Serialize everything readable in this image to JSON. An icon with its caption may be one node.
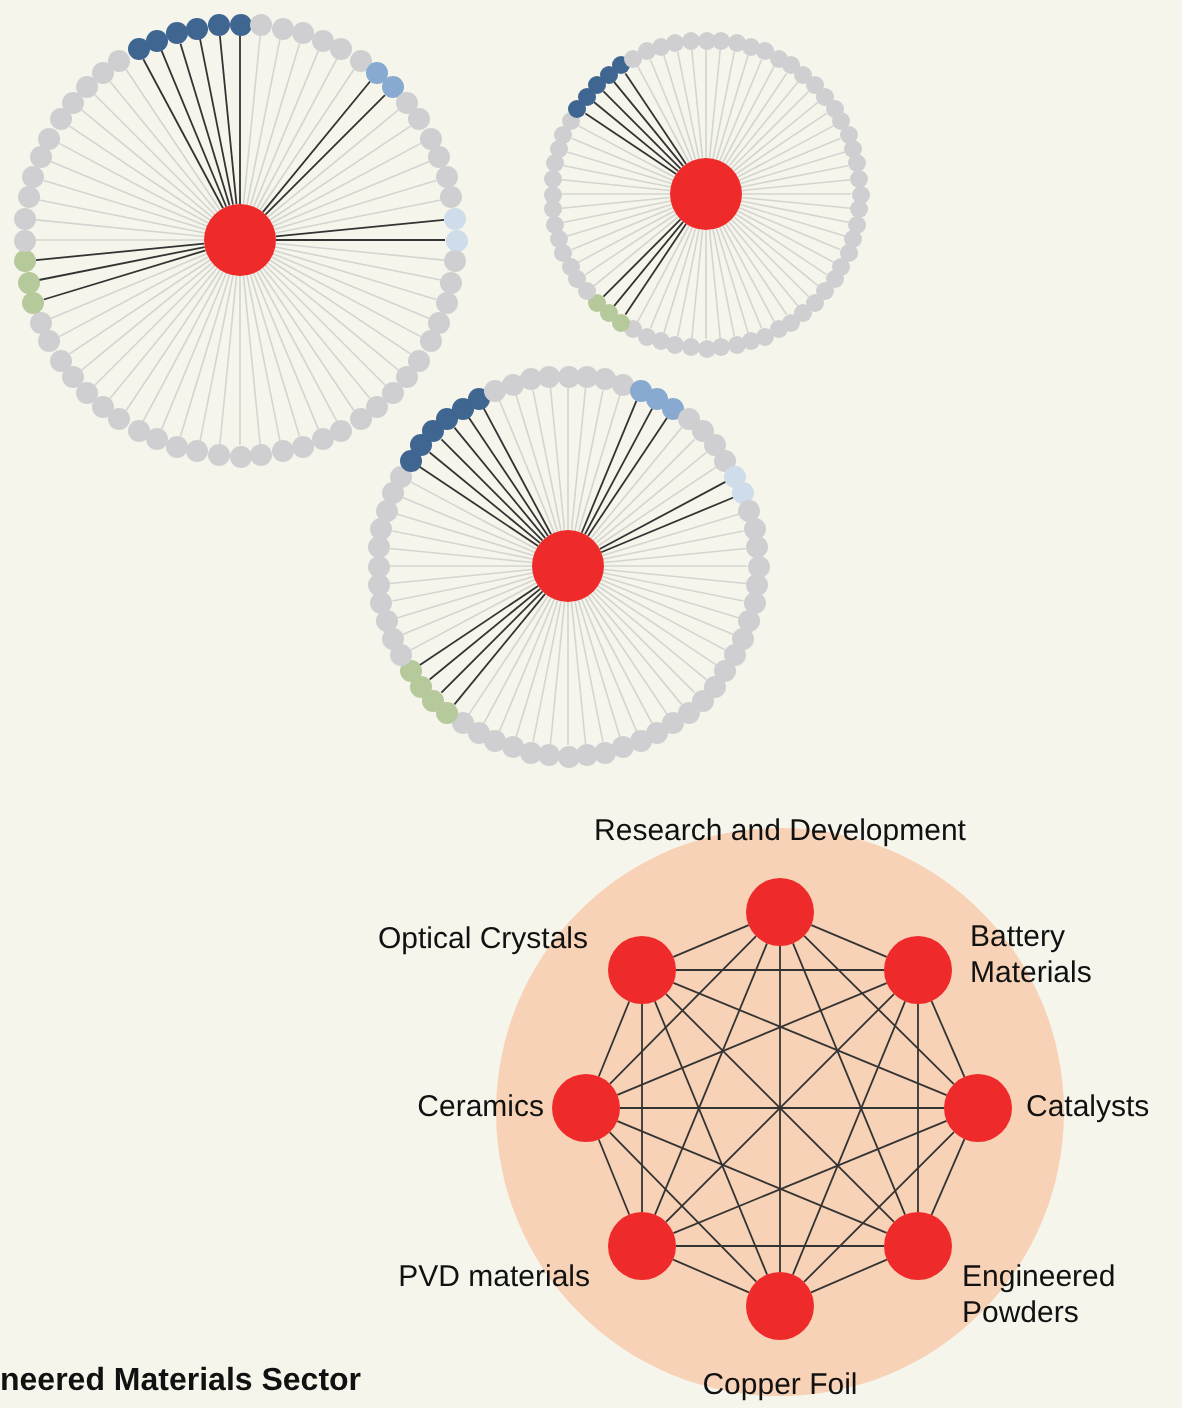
{
  "diagram": {
    "title": "neered Materials Sector",
    "nodes": [
      {
        "text": [],
        "shape": "circle"
      },
      {
        "text": [],
        "shape": "circle"
      },
      {
        "text": [],
        "shape": "circle"
      },
      {
        "text": [],
        "shape": "circle"
      },
      {
        "text": [],
        "shape": "circle"
      },
      {
        "text": [],
        "shape": "circle"
      },
      {
        "text": [],
        "shape": "circle"
      },
      {
        "text": [],
        "shape": "circle"
      },
      {
        "text": [],
        "shape": "circle"
      },
      {
        "text": [],
        "shape": "circle"
      },
      {
        "text": [],
        "shape": "circle"
      },
      {
        "text": [],
        "shape": "circle"
      },
      {
        "text": [],
        "shape": "circle"
      },
      {
        "text": [],
        "shape": "circle"
      },
      {
        "text": [],
        "shape": "circle"
      },
      {
        "text": [],
        "shape": "circle"
      },
      {
        "text": [],
        "shape": "circle"
      },
      {
        "text": [],
        "shape": "circle"
      },
      {
        "text": [],
        "shape": "circle"
      },
      {
        "text": [],
        "shape": "circle"
      },
      {
        "text": [],
        "shape": "circle"
      },
      {
        "text": [],
        "shape": "circle"
      },
      {
        "text": [],
        "shape": "circle"
      },
      {
        "text": [],
        "shape": "circle"
      },
      {
        "text": [],
        "shape": "circle"
      },
      {
        "text": [],
        "shape": "circle"
      },
      {
        "text": [],
        "shape": "circle"
      },
      {
        "text": [],
        "shape": "circle"
      },
      {
        "text": [],
        "shape": "circle"
      },
      {
        "text": [],
        "shape": "circle"
      },
      {
        "text": [],
        "shape": "circle"
      },
      {
        "text": [],
        "shape": "circle"
      },
      {
        "text": [],
        "shape": "circle"
      },
      {
        "text": [],
        "shape": "circle"
      },
      {
        "text": [],
        "shape": "circle"
      },
      {
        "text": [],
        "shape": "circle"
      },
      {
        "text": [],
        "shape": "circle"
      },
      {
        "text": [],
        "shape": "circle"
      },
      {
        "text": [],
        "shape": "circle"
      },
      {
        "text": [],
        "shape": "circle"
      },
      {
        "text": [],
        "shape": "circle"
      },
      {
        "text": [],
        "shape": "circle"
      },
      {
        "text": [],
        "shape": "circle"
      },
      {
        "text": [],
        "shape": "circle"
      },
      {
        "text": [],
        "shape": "circle"
      },
      {
        "text": [],
        "shape": "circle"
      },
      {
        "text": [],
        "shape": "circle"
      },
      {
        "text": [],
        "shape": "circle"
      },
      {
        "text": [],
        "shape": "circle"
      },
      {
        "text": [],
        "shape": "circle"
      },
      {
        "text": [],
        "shape": "circle"
      },
      {
        "text": [],
        "shape": "circle"
      },
      {
        "text": [],
        "shape": "circle"
      },
      {
        "text": [],
        "shape": "circle"
      },
      {
        "text": [],
        "shape": "circle"
      },
      {
        "text": [],
        "shape": "circle"
      },
      {
        "text": [],
        "shape": "circle"
      },
      {
        "text": [],
        "shape": "circle"
      },
      {
        "text": [],
        "shape": "circle"
      },
      {
        "text": [],
        "shape": "circle"
      },
      {
        "text": [],
        "shape": "circle"
      },
      {
        "text": [],
        "shape": "circle"
      },
      {
        "text": [],
        "shape": "circle"
      },
      {
        "text": [],
        "shape": "circle"
      },
      {
        "text": [],
        "shape": "circle"
      },
      {
        "text": [],
        "shape": "circle"
      },
      {
        "text": [],
        "shape": "circle"
      },
      {
        "text": [],
        "shape": "circle"
      },
      {
        "text": [],
        "shape": "circle"
      },
      {
        "text": [],
        "shape": "circle"
      },
      {
        "text": [],
        "shape": "circle"
      },
      {
        "text": [],
        "shape": "circle"
      },
      {
        "text": [],
        "shape": "circle"
      },
      {
        "text": [],
        "shape": "circle"
      },
      {
        "text": [],
        "shape": "circle"
      },
      {
        "text": [],
        "shape": "circle"
      },
      {
        "text": [],
        "shape": "circle"
      },
      {
        "text": [],
        "shape": "circle"
      },
      {
        "text": [],
        "shape": "circle"
      },
      {
        "text": [],
        "shape": "circle"
      },
      {
        "text": [],
        "shape": "circle"
      },
      {
        "text": [],
        "shape": "circle"
      },
      {
        "text": [],
        "shape": "circle"
      },
      {
        "text": [],
        "shape": "circle"
      },
      {
        "text": [],
        "shape": "circle"
      },
      {
        "text": [],
        "shape": "circle"
      },
      {
        "text": [],
        "shape": "circle"
      },
      {
        "text": [],
        "shape": "circle"
      },
      {
        "text": [],
        "shape": "circle"
      },
      {
        "text": [],
        "shape": "circle"
      },
      {
        "text": [],
        "shape": "circle"
      },
      {
        "text": [],
        "shape": "circle"
      },
      {
        "text": [],
        "shape": "circle"
      },
      {
        "text": [],
        "shape": "circle"
      },
      {
        "text": [],
        "shape": "circle"
      },
      {
        "text": [],
        "shape": "circle"
      },
      {
        "text": [],
        "shape": "circle"
      },
      {
        "text": [],
        "shape": "circle"
      },
      {
        "text": [],
        "shape": "circle"
      },
      {
        "text": [],
        "shape": "circle"
      },
      {
        "text": [],
        "shape": "circle"
      },
      {
        "text": [],
        "shape": "circle"
      },
      {
        "text": [],
        "shape": "circle"
      },
      {
        "text": [],
        "shape": "circle"
      },
      {
        "text": [],
        "shape": "circle"
      },
      {
        "text": [],
        "shape": "circle"
      },
      {
        "text": [],
        "shape": "circle"
      },
      {
        "text": [],
        "shape": "circle"
      },
      {
        "text": [],
        "shape": "circle"
      },
      {
        "text": [],
        "shape": "circle"
      },
      {
        "text": [],
        "shape": "circle"
      },
      {
        "text": [],
        "shape": "circle"
      },
      {
        "text": [],
        "shape": "circle"
      },
      {
        "text": [],
        "shape": "circle"
      },
      {
        "text": [],
        "shape": "circle"
      },
      {
        "text": [],
        "shape": "circle"
      },
      {
        "text": [],
        "shape": "circle"
      },
      {
        "text": [],
        "shape": "circle"
      },
      {
        "text": [],
        "shape": "circle"
      },
      {
        "text": [],
        "shape": "circle"
      },
      {
        "text": [],
        "shape": "circle"
      },
      {
        "text": [],
        "shape": "circle"
      },
      {
        "text": [],
        "shape": "circle"
      },
      {
        "text": [],
        "shape": "circle"
      },
      {
        "text": [],
        "shape": "circle"
      },
      {
        "text": [],
        "shape": "circle"
      },
      {
        "text": [],
        "shape": "circle"
      },
      {
        "text": [],
        "shape": "circle"
      },
      {
        "text": [],
        "shape": "circle"
      },
      {
        "text": [],
        "shape": "circle"
      },
      {
        "text": [],
        "shape": "circle"
      },
      {
        "text": [],
        "shape": "circle"
      },
      {
        "text": [],
        "shape": "circle"
      },
      {
        "text": [],
        "shape": "circle"
      },
      {
        "text": [],
        "shape": "circle"
      },
      {
        "text": [],
        "shape": "circle"
      },
      {
        "text": [],
        "shape": "circle"
      },
      {
        "text": [],
        "shape": "circle"
      },
      {
        "text": [],
        "shape": "circle"
      },
      {
        "text": [],
        "shape": "circle"
      },
      {
        "text": [],
        "shape": "circle"
      },
      {
        "text": [],
        "shape": "circle"
      },
      {
        "text": [],
        "shape": "circle"
      },
      {
        "text": [],
        "shape": "circle"
      },
      {
        "text": [],
        "shape": "circle"
      },
      {
        "text": [],
        "shape": "circle"
      },
      {
        "text": [],
        "shape": "circle"
      },
      {
        "text": [],
        "shape": "circle"
      },
      {
        "text": [],
        "shape": "circle"
      },
      {
        "text": [],
        "shape": "circle"
      },
      {
        "text": [],
        "shape": "circle"
      },
      {
        "text": [],
        "shape": "circle"
      },
      {
        "text": [],
        "shape": "circle"
      },
      {
        "text": [],
        "shape": "circle"
      },
      {
        "text": [],
        "shape": "circle"
      },
      {
        "text": [],
        "shape": "circle"
      },
      {
        "text": [],
        "shape": "circle"
      },
      {
        "text": [],
        "shape": "circle"
      },
      {
        "text": [],
        "shape": "circle"
      },
      {
        "text": [],
        "shape": "circle"
      },
      {
        "text": [],
        "shape": "circle"
      },
      {
        "text": [],
        "shape": "circle"
      },
      {
        "text": [],
        "shape": "circle"
      },
      {
        "text": [],
        "shape": "circle"
      },
      {
        "text": [],
        "shape": "circle"
      },
      {
        "text": [],
        "shape": "circle"
      },
      {
        "text": [],
        "shape": "circle"
      },
      {
        "text": [],
        "shape": "circle"
      },
      {
        "text": [],
        "shape": "circle"
      },
      {
        "text": [],
        "shape": "circle"
      },
      {
        "text": [],
        "shape": "circle"
      },
      {
        "text": [],
        "shape": "circle"
      },
      {
        "text": [],
        "shape": "circle"
      },
      {
        "text": [],
        "shape": "circle"
      },
      {
        "text": [],
        "shape": "circle"
      },
      {
        "text": [],
        "shape": "circle"
      },
      {
        "text": [],
        "shape": "circle"
      },
      {
        "text": [],
        "shape": "circle"
      },
      {
        "text": [],
        "shape": "circle"
      },
      {
        "text": [],
        "shape": "circle"
      },
      {
        "text": [],
        "shape": "circle"
      },
      {
        "text": [],
        "shape": "circle"
      },
      {
        "text": [],
        "shape": "circle"
      },
      {
        "text": [],
        "shape": "circle"
      },
      {
        "text": [],
        "shape": "circle"
      },
      {
        "text": [],
        "shape": "circle"
      },
      {
        "text": [],
        "shape": "circle"
      },
      {
        "text": [],
        "shape": "circle"
      },
      {
        "text": [],
        "shape": "circle"
      },
      {
        "text": [],
        "shape": "circle"
      },
      {
        "text": [],
        "shape": "circle"
      },
      {
        "text": [],
        "shape": "circle"
      },
      {
        "text": [],
        "shape": "circle"
      },
      {
        "text": [],
        "shape": "circle"
      },
      {
        "text": [],
        "shape": "circle"
      },
      {
        "text": [],
        "shape": "circle"
      },
      {
        "text": [],
        "shape": "circle",
        "beside": [
          "Research and Development"
        ],
        "in": 195
      },
      {
        "text": [],
        "shape": "circle",
        "beside": [
          "Optical Crystals"
        ],
        "in": 195
      },
      {
        "text": [],
        "shape": "circle",
        "beside": [
          "Battery Materials"
        ],
        "in": 195
      },
      {
        "text": [],
        "shape": "circle",
        "beside": [
          "Ceramics"
        ],
        "in": 195
      },
      {
        "text": [],
        "shape": "circle",
        "beside": [
          "Catalysts"
        ],
        "in": 195
      },
      {
        "text": [],
        "shape": "circle",
        "beside": [
          "PVD materials"
        ],
        "in": 195
      },
      {
        "text": [],
        "shape": "circle",
        "beside": [
          "Engineered Powders"
        ],
        "in": 195
      },
      {
        "text": [],
        "shape": "circle",
        "beside": [
          "Copper Foil"
        ],
        "in": 195
      }
    ],
    "edges": [
      {
        "from": 0,
        "to": 1,
        "arrow": "none",
        "color": "#333333"
      },
      {
        "from": 0,
        "to": 2,
        "arrow": "none"
      },
      {
        "from": 0,
        "to": 3,
        "arrow": "none"
      },
      {
        "from": 0,
        "to": 4,
        "arrow": "none"
      },
      {
        "from": 0,
        "to": 5,
        "arrow": "none"
      },
      {
        "from": 0,
        "to": 6,
        "arrow": "none"
      },
      {
        "from": 0,
        "to": 7,
        "arrow": "none"
      },
      {
        "from": 0,
        "to": 8,
        "arrow": "none",
        "color": "#333333"
      },
      {
        "from": 0,
        "to": 9,
        "arrow": "none",
        "color": "#333333"
      },
      {
        "from": 0,
        "to": 10,
        "arrow": "none"
      },
      {
        "from": 0,
        "to": 11,
        "arrow": "none"
      },
      {
        "from": 0,
        "to": 12,
        "arrow": "none"
      },
      {
        "from": 0,
        "to": 13,
        "arrow": "none"
      },
      {
        "from": 0,
        "to": 14,
        "arrow": "none"
      },
      {
        "from": 0,
        "to": 15,
        "arrow": "none"
      },
      {
        "from": 0,
        "to": 16,
        "arrow": "none",
        "color": "#333333"
      },
      {
        "from": 0,
        "to": 17,
        "arrow": "none",
        "color": "#333333"
      },
      {
        "from": 0,
        "to": 18,
        "arrow": "none"
      },
      {
        "from": 0,
        "to": 19,
        "arrow": "none"
      },
      {
        "from": 0,
        "to": 20,
        "arrow": "none"
      },
      {
        "from": 0,
        "to": 21,
        "arrow": "none"
      },
      {
        "from": 0,
        "to": 22,
        "arrow": "none"
      },
      {
        "from": 0,
        "to": 23,
        "arrow": "none"
      },
      {
        "from": 0,
        "to": 24,
        "arrow": "none"
      },
      {
        "from": 0,
        "to": 25,
        "arrow": "none"
      },
      {
        "from": 0,
        "to": 26,
        "arrow": "none"
      },
      {
        "from": 0,
        "to": 27,
        "arrow": "none"
      },
      {
        "from": 0,
        "to": 28,
        "arrow": "none"
      },
      {
        "from": 0,
        "to": 29,
        "arrow": "none"
      },
      {
        "from": 0,
        "to": 30,
        "arrow": "none"
      },
      {
        "from": 0,
        "to": 31,
        "arrow": "none"
      },
      {
        "from": 0,
        "to": 32,
        "arrow": "none"
      },
      {
        "from": 0,
        "to": 33,
        "arrow": "none"
      },
      {
        "from": 0,
        "to": 34,
        "arrow": "none"
      },
      {
        "from": 0,
        "to": 35,
        "arrow": "none"
      },
      {
        "from": 0,
        "to": 36,
        "arrow": "none"
      },
      {
        "from": 0,
        "to": 37,
        "arrow": "none"
      },
      {
        "from": 0,
        "to": 38,
        "arrow": "none"
      },
      {
        "from": 0,
        "to": 39,
        "arrow": "none"
      },
      {
        "from": 0,
        "to": 40,
        "arrow": "none"
      },
      {
        "from": 0,
        "to": 41,
        "arrow": "none"
      },
      {
        "from": 0,
        "to": 42,
        "arrow": "none"
      },
      {
        "from": 0,
        "to": 43,
        "arrow": "none"
      },
      {
        "from": 0,
        "to": 44,
        "arrow": "none"
      },
      {
        "from": 0,
        "to": 45,
        "arrow": "none"
      },
      {
        "from": 0,
        "to": 46,
        "arrow": "none",
        "color": "#333333"
      },
      {
        "from": 0,
        "to": 47,
        "arrow": "none",
        "color": "#333333"
      },
      {
        "from": 0,
        "to": 48,
        "arrow": "none",
        "color": "#333333"
      },
      {
        "from": 0,
        "to": 49,
        "arrow": "none"
      },
      {
        "from": 0,
        "to": 50,
        "arrow": "none"
      },
      {
        "from": 0,
        "to": 51,
        "arrow": "none"
      },
      {
        "from": 0,
        "to": 52,
        "arrow": "none"
      },
      {
        "from": 0,
        "to": 53,
        "arrow": "none"
      },
      {
        "from": 0,
        "to": 54,
        "arrow": "none"
      },
      {
        "from": 0,
        "to": 55,
        "arrow": "none"
      },
      {
        "from": 0,
        "to": 56,
        "arrow": "none"
      },
      {
        "from": 0,
        "to": 57,
        "arrow": "none"
      },
      {
        "from": 0,
        "to": 58,
        "arrow": "none"
      },
      {
        "from": 0,
        "to": 59,
        "arrow": "none"
      },
      {
        "from": 0,
        "to": 60,
        "arrow": "none",
        "color": "#333333"
      },
      {
        "from": 0,
        "to": 61,
        "arrow": "none",
        "color": "#333333"
      },
      {
        "from": 0,
        "to": 62,
        "arrow": "none",
        "color": "#333333"
      },
      {
        "from": 0,
        "to": 63,
        "arrow": "none",
        "color": "#333333"
      },
      {
        "from": 0,
        "to": 64,
        "arrow": "none",
        "color": "#333333"
      },
      {
        "from": 65,
        "to": 66,
        "arrow": "none"
      },
      {
        "from": 65,
        "to": 67,
        "arrow": "none"
      },
      {
        "from": 65,
        "to": 68,
        "arrow": "none"
      },
      {
        "from": 65,
        "to": 69,
        "arrow": "none"
      },
      {
        "from": 65,
        "to": 70,
        "arrow": "none"
      },
      {
        "from": 65,
        "to": 71,
        "arrow": "none"
      },
      {
        "from": 65,
        "to": 72,
        "arrow": "none"
      },
      {
        "from": 65,
        "to": 73,
        "arrow": "none"
      },
      {
        "from": 65,
        "to": 74,
        "arrow": "none"
      },
      {
        "from": 65,
        "to": 75,
        "arrow": "none"
      },
      {
        "from": 65,
        "to": 76,
        "arrow": "none"
      },
      {
        "from": 65,
        "to": 77,
        "arrow": "none"
      },
      {
        "from": 65,
        "to": 78,
        "arrow": "none"
      },
      {
        "from": 65,
        "to": 79,
        "arrow": "none"
      },
      {
        "from": 65,
        "to": 80,
        "arrow": "none"
      },
      {
        "from": 65,
        "to": 81,
        "arrow": "none"
      },
      {
        "from": 65,
        "to": 82,
        "arrow": "none"
      },
      {
        "from": 65,
        "to": 83,
        "arrow": "none"
      },
      {
        "from": 65,
        "to": 84,
        "arrow": "none"
      },
      {
        "from": 65,
        "to": 85,
        "arrow": "none"
      },
      {
        "from": 65,
        "to": 86,
        "arrow": "none"
      },
      {
        "from": 65,
        "to": 87,
        "arrow": "none"
      },
      {
        "from": 65,
        "to": 88,
        "arrow": "none"
      },
      {
        "from": 65,
        "to": 89,
        "arrow": "none"
      },
      {
        "from": 65,
        "to": 90,
        "arrow": "none"
      },
      {
        "from": 65,
        "to": 91,
        "arrow": "none"
      },
      {
        "from": 65,
        "to": 92,
        "arrow": "none"
      },
      {
        "from": 65,
        "to": 93,
        "arrow": "none"
      },
      {
        "from": 65,
        "to": 94,
        "arrow": "none"
      },
      {
        "from": 65,
        "to": 95,
        "arrow": "none"
      },
      {
        "from": 65,
        "to": 96,
        "arrow": "none"
      },
      {
        "from": 65,
        "to": 97,
        "arrow": "none"
      },
      {
        "from": 65,
        "to": 98,
        "arrow": "none"
      },
      {
        "from": 65,
        "to": 99,
        "arrow": "none"
      },
      {
        "from": 65,
        "to": 100,
        "arrow": "none"
      },
      {
        "from": 65,
        "to": 101,
        "arrow": "none"
      },
      {
        "from": 65,
        "to": 102,
        "arrow": "none"
      },
      {
        "from": 65,
        "to": 103,
        "arrow": "none"
      },
      {
        "from": 65,
        "to": 104,
        "arrow": "none",
        "color": "#333333"
      },
      {
        "from": 65,
        "to": 105,
        "arrow": "none",
        "color": "#333333"
      },
      {
        "from": 65,
        "to": 106,
        "arrow": "none",
        "color": "#333333"
      },
      {
        "from": 65,
        "to": 107,
        "arrow": "none"
      },
      {
        "from": 65,
        "to": 108,
        "arrow": "none"
      },
      {
        "from": 65,
        "to": 109,
        "arrow": "none"
      },
      {
        "from": 65,
        "to": 110,
        "arrow": "none"
      },
      {
        "from": 65,
        "to": 111,
        "arrow": "none"
      },
      {
        "from": 65,
        "to": 112,
        "arrow": "none"
      },
      {
        "from": 65,
        "to": 113,
        "arrow": "none"
      },
      {
        "from": 65,
        "to": 114,
        "arrow": "none"
      },
      {
        "from": 65,
        "to": 115,
        "arrow": "none"
      },
      {
        "from": 65,
        "to": 116,
        "arrow": "none"
      },
      {
        "from": 65,
        "to": 117,
        "arrow": "none"
      },
      {
        "from": 65,
        "to": 118,
        "arrow": "none"
      },
      {
        "from": 65,
        "to": 119,
        "arrow": "none"
      },
      {
        "from": 65,
        "to": 120,
        "arrow": "none",
        "color": "#333333"
      },
      {
        "from": 65,
        "to": 121,
        "arrow": "none",
        "color": "#333333"
      },
      {
        "from": 65,
        "to": 122,
        "arrow": "none",
        "color": "#333333"
      },
      {
        "from": 65,
        "to": 123,
        "arrow": "none",
        "color": "#333333"
      },
      {
        "from": 65,
        "to": 124,
        "arrow": "none",
        "color": "#333333"
      },
      {
        "from": 65,
        "to": 125,
        "arrow": "none"
      },
      {
        "from": 65,
        "to": 126,
        "arrow": "none"
      },
      {
        "from": 65,
        "to": 127,
        "arrow": "none"
      },
      {
        "from": 65,
        "to": 128,
        "arrow": "none"
      },
      {
        "from": 65,
        "to": 129,
        "arrow": "none"
      },
      {
        "from": 130,
        "to": 131,
        "arrow": "none"
      },
      {
        "from": 130,
        "to": 132,
        "arrow": "none"
      },
      {
        "from": 130,
        "to": 133,
        "arrow": "none"
      },
      {
        "from": 130,
        "to": 134,
        "arrow": "none"
      },
      {
        "from": 130,
        "to": 135,
        "arrow": "none",
        "color": "#333333"
      },
      {
        "from": 130,
        "to": 136,
        "arrow": "none",
        "color": "#333333"
      },
      {
        "from": 130,
        "to": 137,
        "arrow": "none",
        "color": "#333333"
      },
      {
        "from": 130,
        "to": 138,
        "arrow": "none"
      },
      {
        "from": 130,
        "to": 139,
        "arrow": "none"
      },
      {
        "from": 130,
        "to": 140,
        "arrow": "none"
      },
      {
        "from": 130,
        "to": 141,
        "arrow": "none"
      },
      {
        "from": 130,
        "to": 142,
        "arrow": "none",
        "color": "#333333"
      },
      {
        "from": 130,
        "to": 143,
        "arrow": "none",
        "color": "#333333"
      },
      {
        "from": 130,
        "to": 144,
        "arrow": "none"
      },
      {
        "from": 130,
        "to": 145,
        "arrow": "none"
      },
      {
        "from": 130,
        "to": 146,
        "arrow": "none"
      },
      {
        "from": 130,
        "to": 147,
        "arrow": "none"
      },
      {
        "from": 130,
        "to": 148,
        "arrow": "none"
      },
      {
        "from": 130,
        "to": 149,
        "arrow": "none"
      },
      {
        "from": 130,
        "to": 150,
        "arrow": "none"
      },
      {
        "from": 130,
        "to": 151,
        "arrow": "none"
      },
      {
        "from": 130,
        "to": 152,
        "arrow": "none"
      },
      {
        "from": 130,
        "to": 153,
        "arrow": "none"
      },
      {
        "from": 130,
        "to": 154,
        "arrow": "none"
      },
      {
        "from": 130,
        "to": 155,
        "arrow": "none"
      },
      {
        "from": 130,
        "to": 156,
        "arrow": "none"
      },
      {
        "from": 130,
        "to": 157,
        "arrow": "none"
      },
      {
        "from": 130,
        "to": 158,
        "arrow": "none"
      },
      {
        "from": 130,
        "to": 159,
        "arrow": "none"
      },
      {
        "from": 130,
        "to": 160,
        "arrow": "none"
      },
      {
        "from": 130,
        "to": 161,
        "arrow": "none"
      },
      {
        "from": 130,
        "to": 162,
        "arrow": "none"
      },
      {
        "from": 130,
        "to": 163,
        "arrow": "none"
      },
      {
        "from": 130,
        "to": 164,
        "arrow": "none"
      },
      {
        "from": 130,
        "to": 165,
        "arrow": "none"
      },
      {
        "from": 130,
        "to": 166,
        "arrow": "none"
      },
      {
        "from": 130,
        "to": 167,
        "arrow": "none"
      },
      {
        "from": 130,
        "to": 168,
        "arrow": "none"
      },
      {
        "from": 130,
        "to": 169,
        "arrow": "none"
      },
      {
        "from": 130,
        "to": 170,
        "arrow": "none",
        "color": "#333333"
      },
      {
        "from": 130,
        "to": 171,
        "arrow": "none",
        "color": "#333333"
      },
      {
        "from": 130,
        "to": 172,
        "arrow": "none",
        "color": "#333333"
      },
      {
        "from": 130,
        "to": 173,
        "arrow": "none",
        "color": "#333333"
      },
      {
        "from": 130,
        "to": 174,
        "arrow": "none"
      },
      {
        "from": 130,
        "to": 175,
        "arrow": "none"
      },
      {
        "from": 130,
        "to": 176,
        "arrow": "none"
      },
      {
        "from": 130,
        "to": 177,
        "arrow": "none"
      },
      {
        "from": 130,
        "to": 178,
        "arrow": "none"
      },
      {
        "from": 130,
        "to": 179,
        "arrow": "none"
      },
      {
        "from": 130,
        "to": 180,
        "arrow": "none"
      },
      {
        "from": 130,
        "to": 181,
        "arrow": "none"
      },
      {
        "from": 130,
        "to": 182,
        "arrow": "none"
      },
      {
        "from": 130,
        "to": 183,
        "arrow": "none"
      },
      {
        "from": 130,
        "to": 184,
        "arrow": "none"
      },
      {
        "from": 130,
        "to": 185,
        "arrow": "none",
        "color": "#333333"
      },
      {
        "from": 130,
        "to": 186,
        "arrow": "none",
        "color": "#333333"
      },
      {
        "from": 130,
        "to": 187,
        "arrow": "none",
        "color": "#333333"
      },
      {
        "from": 130,
        "to": 188,
        "arrow": "none",
        "color": "#333333"
      },
      {
        "from": 130,
        "to": 189,
        "arrow": "none",
        "color": "#333333"
      },
      {
        "from": 130,
        "to": 190,
        "arrow": "none",
        "color": "#333333"
      },
      {
        "from": 130,
        "to": 191,
        "arrow": "none"
      },
      {
        "from": 130,
        "to": 192,
        "arrow": "none"
      },
      {
        "from": 130,
        "to": 193,
        "arrow": "none"
      },
      {
        "from": 130,
        "to": 194,
        "arrow": "none"
      },
      {
        "from": 196,
        "to": 197,
        "arrow": "none",
        "color": "#333333"
      },
      {
        "from": 196,
        "to": 198,
        "arrow": "none",
        "color": "#333333"
      },
      {
        "from": 196,
        "to": 199,
        "arrow": "none",
        "color": "#333333"
      },
      {
        "from": 196,
        "to": 200,
        "arrow": "none",
        "color": "#333333"
      },
      {
        "from": 196,
        "to": 201,
        "arrow": "none",
        "color": "#333333"
      },
      {
        "from": 196,
        "to": 202,
        "arrow": "none",
        "color": "#333333"
      },
      {
        "from": 196,
        "to": 203,
        "arrow": "none",
        "color": "#333333"
      },
      {
        "from": 197,
        "to": 198,
        "arrow": "none",
        "color": "#333333"
      },
      {
        "from": 197,
        "to": 199,
        "arrow": "none",
        "color": "#333333"
      },
      {
        "from": 197,
        "to": 200,
        "arrow": "none",
        "color": "#333333"
      },
      {
        "from": 197,
        "to": 201,
        "arrow": "none",
        "color": "#333333"
      },
      {
        "from": 197,
        "to": 202,
        "arrow": "none",
        "color": "#333333"
      },
      {
        "from": 197,
        "to": 203,
        "arrow": "none",
        "color": "#333333"
      },
      {
        "from": 198,
        "to": 199,
        "arrow": "none",
        "color": "#333333"
      },
      {
        "from": 198,
        "to": 200,
        "arrow": "none",
        "color": "#333333"
      },
      {
        "from": 198,
        "to": 201,
        "arrow": "none",
        "color": "#333333"
      },
      {
        "from": 198,
        "to": 202,
        "arrow": "none",
        "color": "#333333"
      },
      {
        "from": 198,
        "to": 203,
        "arrow": "none",
        "color": "#333333"
      },
      {
        "from": 199,
        "to": 200,
        "arrow": "none",
        "color": "#333333"
      },
      {
        "from": 199,
        "to": 201,
        "arrow": "none",
        "color": "#333333"
      },
      {
        "from": 199,
        "to": 202,
        "arrow": "none",
        "color": "#333333"
      },
      {
        "from": 199,
        "to": 203,
        "arrow": "none",
        "color": "#333333"
      },
      {
        "from": 200,
        "to": 201,
        "arrow": "none",
        "color": "#333333"
      },
      {
        "from": 200,
        "to": 202,
        "arrow": "none",
        "color": "#333333"
      },
      {
        "from": 200,
        "to": 203,
        "arrow": "none",
        "color": "#333333"
      },
      {
        "from": 201,
        "to": 202,
        "arrow": "none",
        "color": "#333333"
      },
      {
        "from": 201,
        "to": 203,
        "arrow": "none",
        "color": "#333333"
      },
      {
        "from": 202,
        "to": 203,
        "arrow": "none",
        "color": "#333333"
      }
    ]
  }
}
